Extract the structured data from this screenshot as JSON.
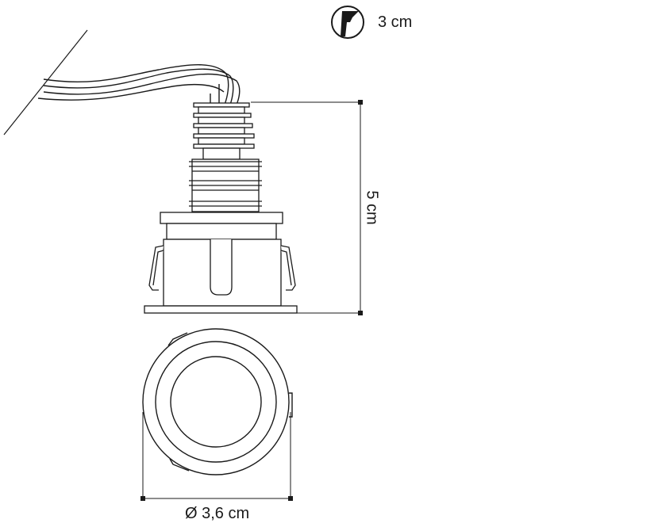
{
  "dimensions": {
    "recess_depth": "3 cm",
    "height": "5 cm",
    "diameter": "Ø 3,6 cm"
  },
  "icons": {
    "recess": "recessed-depth-icon"
  },
  "colors": {
    "line": "#1a1a1a",
    "background": "#ffffff"
  }
}
